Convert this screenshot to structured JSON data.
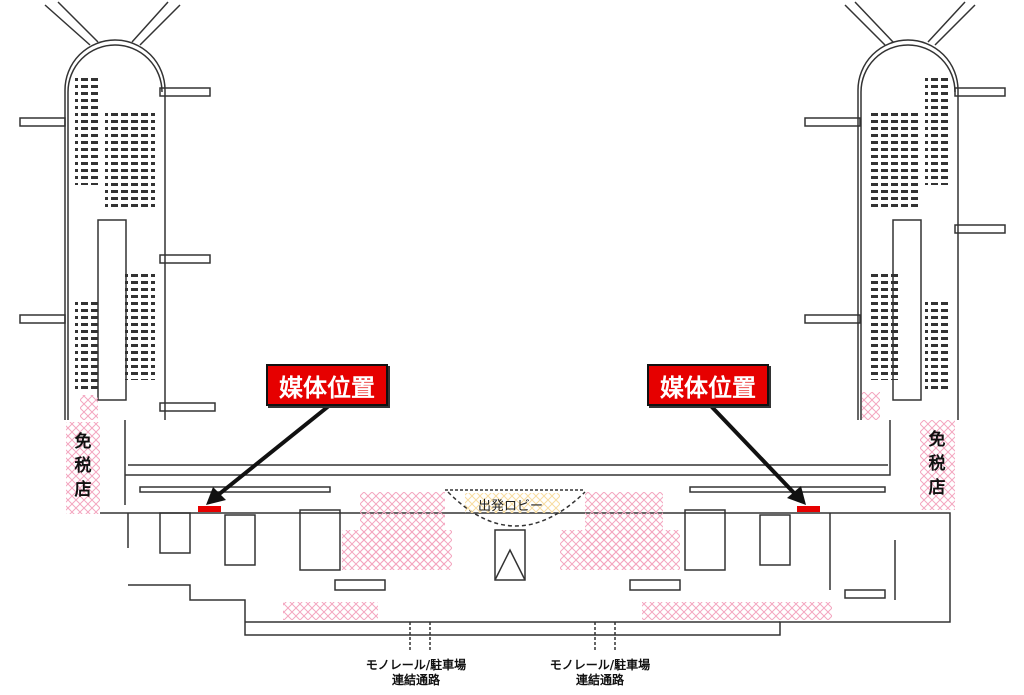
{
  "media_label_left": "媒体位置",
  "media_label_right": "媒体位置",
  "duty_free_left": "免税店",
  "duty_free_right": "免税店",
  "departure_lobby": "出発ロビー",
  "connector_left": {
    "line1": "モノレール/駐車場",
    "line2": "連結通路"
  },
  "connector_right": {
    "line1": "モノレール/駐車場",
    "line2": "連結通路"
  },
  "colors": {
    "media_red": "#e60000",
    "hatch_pink": "#f4a6c0",
    "lobby_hatch": "#f7dca0"
  }
}
